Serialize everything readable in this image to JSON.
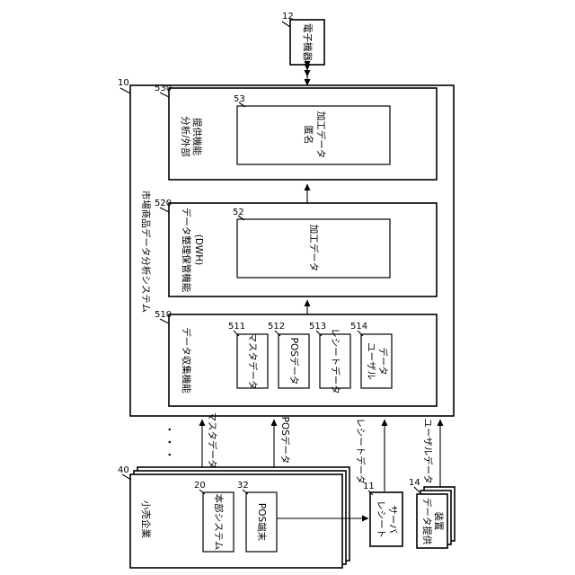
{
  "refs": {
    "electronic_device": "12",
    "system": "10",
    "func_530": "530",
    "anon_data": "53",
    "func_520": "520",
    "processed_data": "52",
    "func_510": "510",
    "master": "511",
    "pos": "512",
    "receipt": "513",
    "user": "514",
    "retailer": "40",
    "hq_system": "20",
    "pos_terminal": "32",
    "receipt_server": "11",
    "data_provider": "14"
  },
  "labels": {
    "electronic_device": "電子機器",
    "system": "市場商品データ分析システム",
    "func_530_line1": "分析/外部",
    "func_530_line2": "提供機能",
    "anon_line1": "匿名",
    "anon_line2": "加工データ",
    "func_520_line1": "データ整理保管機能",
    "func_520_line2": "(DWH)",
    "processed_data": "加工データ",
    "func_510": "データ収集機能",
    "master": "マスタデータ",
    "pos": "POSデータ",
    "receipt": "レシートデータ",
    "user_line1": "ユーザル",
    "user_line2": "データ",
    "retailer": "小売企業",
    "hq_system": "本部システム",
    "pos_terminal": "POS端末",
    "receipt_server_line1": "レシート",
    "receipt_server_line2": "サーバ",
    "provider_line1": "データ提供",
    "provider_line2": "装置",
    "arrow_master": "マスタデータ",
    "arrow_pos": "POSデータ",
    "arrow_receipt": "レシートデータ",
    "arrow_user": "ユーザルデータ",
    "dots": "・・・"
  }
}
